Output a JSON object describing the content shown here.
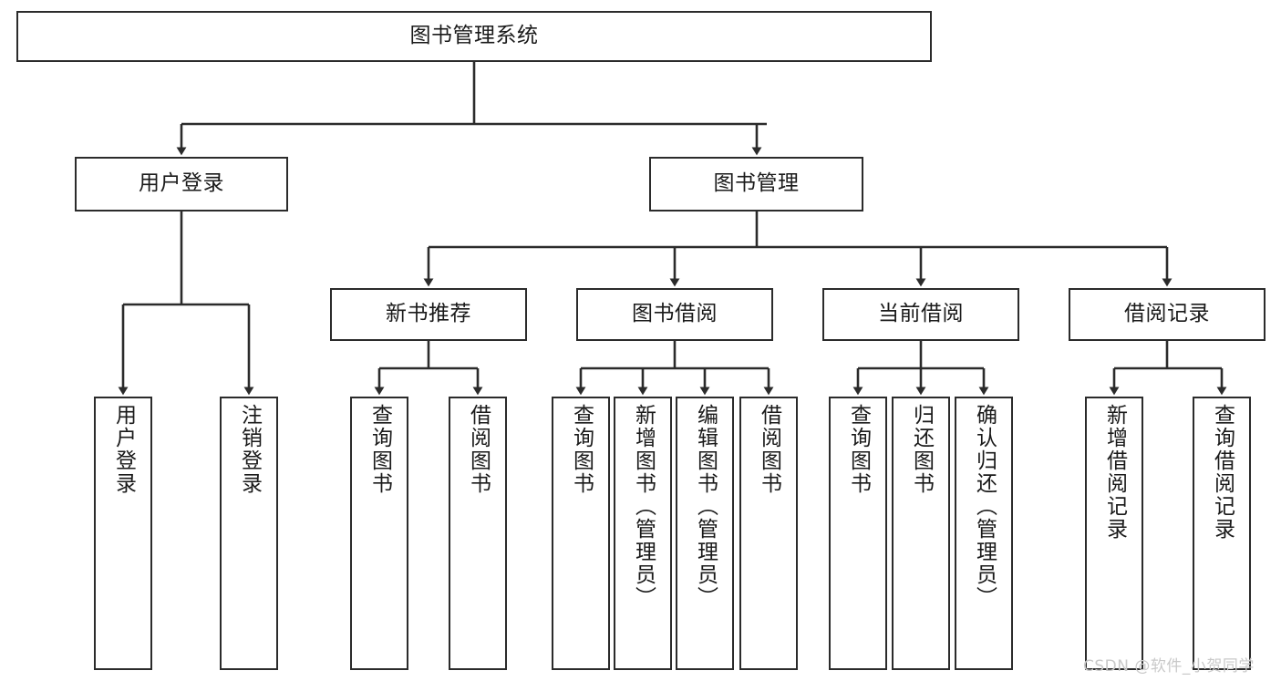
{
  "diagram": {
    "title": "图书管理系统",
    "type": "tree",
    "orientation": "top-down",
    "line_color": "#2b2b2b",
    "box_fill": "#ffffff",
    "text_color": "#1a1a1a",
    "levels": 4,
    "root": {
      "label": "图书管理系统",
      "children": [
        {
          "label": "用户登录",
          "children": [
            {
              "label": "用户登录"
            },
            {
              "label": "注销登录"
            }
          ]
        },
        {
          "label": "图书管理",
          "children": [
            {
              "label": "新书推荐",
              "children": [
                {
                  "label": "查询图书"
                },
                {
                  "label": "借阅图书"
                }
              ]
            },
            {
              "label": "图书借阅",
              "children": [
                {
                  "label": "查询图书"
                },
                {
                  "label": "新增图书（管理员）"
                },
                {
                  "label": "编辑图书（管理员）"
                },
                {
                  "label": "借阅图书"
                }
              ]
            },
            {
              "label": "当前借阅",
              "children": [
                {
                  "label": "查询图书"
                },
                {
                  "label": "归还图书"
                },
                {
                  "label": "确认归还（管理员）"
                }
              ]
            },
            {
              "label": "借阅记录",
              "children": [
                {
                  "label": "新增借阅记录"
                },
                {
                  "label": "查询借阅记录"
                }
              ]
            }
          ]
        }
      ]
    }
  },
  "watermark": {
    "text": "CSDN @软件_小贺同学"
  }
}
